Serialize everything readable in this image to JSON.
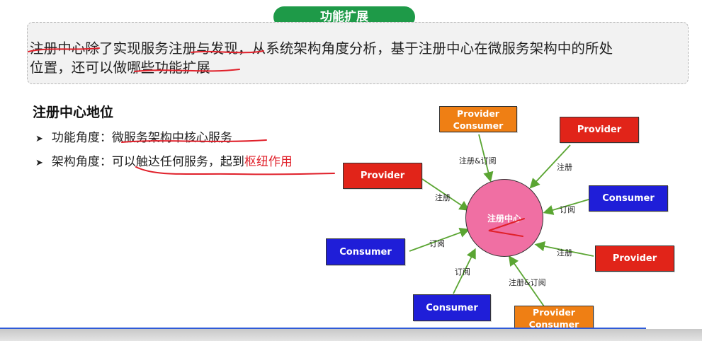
{
  "header": {
    "title": "功能扩展"
  },
  "intro": {
    "line1": "注册中心除了实现服务注册与发现，从系统架构角度分析，基于注册中心在微服务架构中的所处",
    "line2": "位置，还可以做哪些功能扩展"
  },
  "position": {
    "title": "注册中心地位",
    "bullet1": {
      "prefix": "功能角度：",
      "text": "微服务架构中核心服务"
    },
    "bullet2": {
      "prefix": "架构角度：",
      "text": "可以触达任何服务，起到",
      "accent": "枢纽作用"
    }
  },
  "diagram": {
    "hub_label": "注册中心",
    "nodes": {
      "pc_top": {
        "line1": "Provider",
        "line2": "Consumer"
      },
      "provider_top_right": "Provider",
      "consumer_right": "Consumer",
      "provider_bottom_right": "Provider",
      "pc_bottom": {
        "line1": "Provider",
        "line2": "Consumer"
      },
      "consumer_bottom": "Consumer",
      "consumer_left": "Consumer",
      "provider_left": "Provider"
    },
    "edge_labels": {
      "pc_top": "注册&订阅",
      "provider_top_right": "注册",
      "consumer_right": "订阅",
      "provider_bottom_right": "注册",
      "pc_bottom": "注册&订阅",
      "consumer_bottom": "订阅",
      "consumer_left": "订阅",
      "provider_left": "注册"
    },
    "colors": {
      "provider": "#e12419",
      "consumer": "#1f1ed8",
      "provider_consumer": "#ef7f14",
      "hub": "#f06fa3",
      "arrow": "#5aa532",
      "ink": "#e0202a"
    }
  }
}
